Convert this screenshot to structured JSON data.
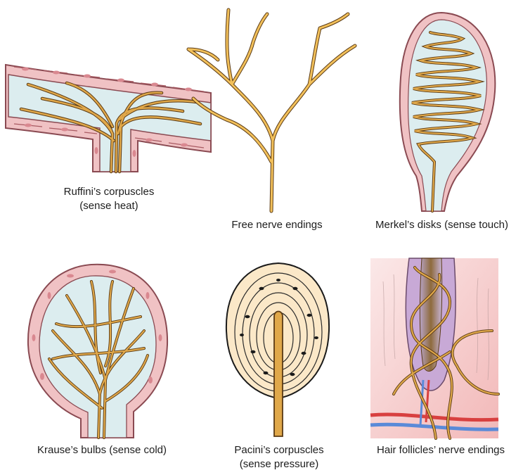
{
  "labels": {
    "ruffini": [
      "Ruffini’s corpuscles",
      "(sense heat)"
    ],
    "free": [
      "Free nerve endings"
    ],
    "merkel": [
      "Merkel’s disks (sense touch)"
    ],
    "krause": [
      "Krause’s bulbs (sense cold)"
    ],
    "pacini": [
      "Pacini’s corpuscles",
      "(sense pressure)"
    ],
    "hair": [
      "Hair follicles’ nerve endings"
    ]
  },
  "colors": {
    "nerve": "#e0a84a",
    "nerve_outline": "#5a3a14",
    "capsule_fill": "#dcedef",
    "vessel_wall": "#f0c2c4",
    "vessel_outline": "#a85a62",
    "pacini_fill": "#fbe8c8",
    "hair_bg": "#f8dcdc"
  }
}
